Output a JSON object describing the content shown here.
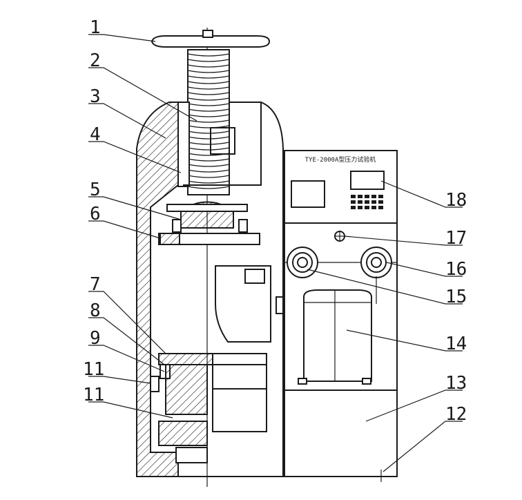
{
  "panel_title": "TYE-2000A型压力试验机",
  "callouts": [
    {
      "id": "c1",
      "label": "1"
    },
    {
      "id": "c2",
      "label": "2"
    },
    {
      "id": "c3",
      "label": "3"
    },
    {
      "id": "c4",
      "label": "4"
    },
    {
      "id": "c5",
      "label": "5"
    },
    {
      "id": "c6",
      "label": "6"
    },
    {
      "id": "c7",
      "label": "7"
    },
    {
      "id": "c8",
      "label": "8"
    },
    {
      "id": "c9",
      "label": "9"
    },
    {
      "id": "c10",
      "label": "11"
    },
    {
      "id": "c11",
      "label": "11"
    },
    {
      "id": "c12",
      "label": "12"
    },
    {
      "id": "c13",
      "label": "13"
    },
    {
      "id": "c14",
      "label": "14"
    },
    {
      "id": "c15",
      "label": "15"
    },
    {
      "id": "c16",
      "label": "16"
    },
    {
      "id": "c17",
      "label": "17"
    },
    {
      "id": "c18",
      "label": "18"
    }
  ]
}
